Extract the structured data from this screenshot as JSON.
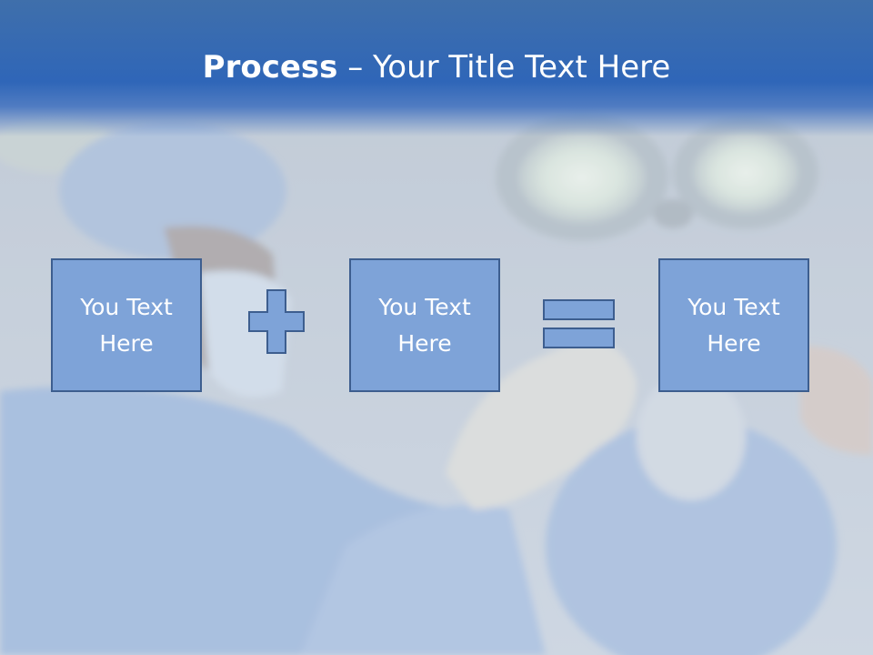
{
  "slide": {
    "title_bold": "Process",
    "title_separator": " – ",
    "title_rest": "Your Title Text Here"
  },
  "process": {
    "boxes": [
      {
        "text": "You Text Here"
      },
      {
        "text": "You Text Here"
      },
      {
        "text": "You Text Here"
      }
    ],
    "operators": [
      "plus-icon",
      "equals-icon"
    ]
  },
  "colors": {
    "header_blue": "#2f66b8",
    "box_fill": "#7ea3d8",
    "box_border": "#3d5e8f",
    "title_text": "#ffffff"
  }
}
